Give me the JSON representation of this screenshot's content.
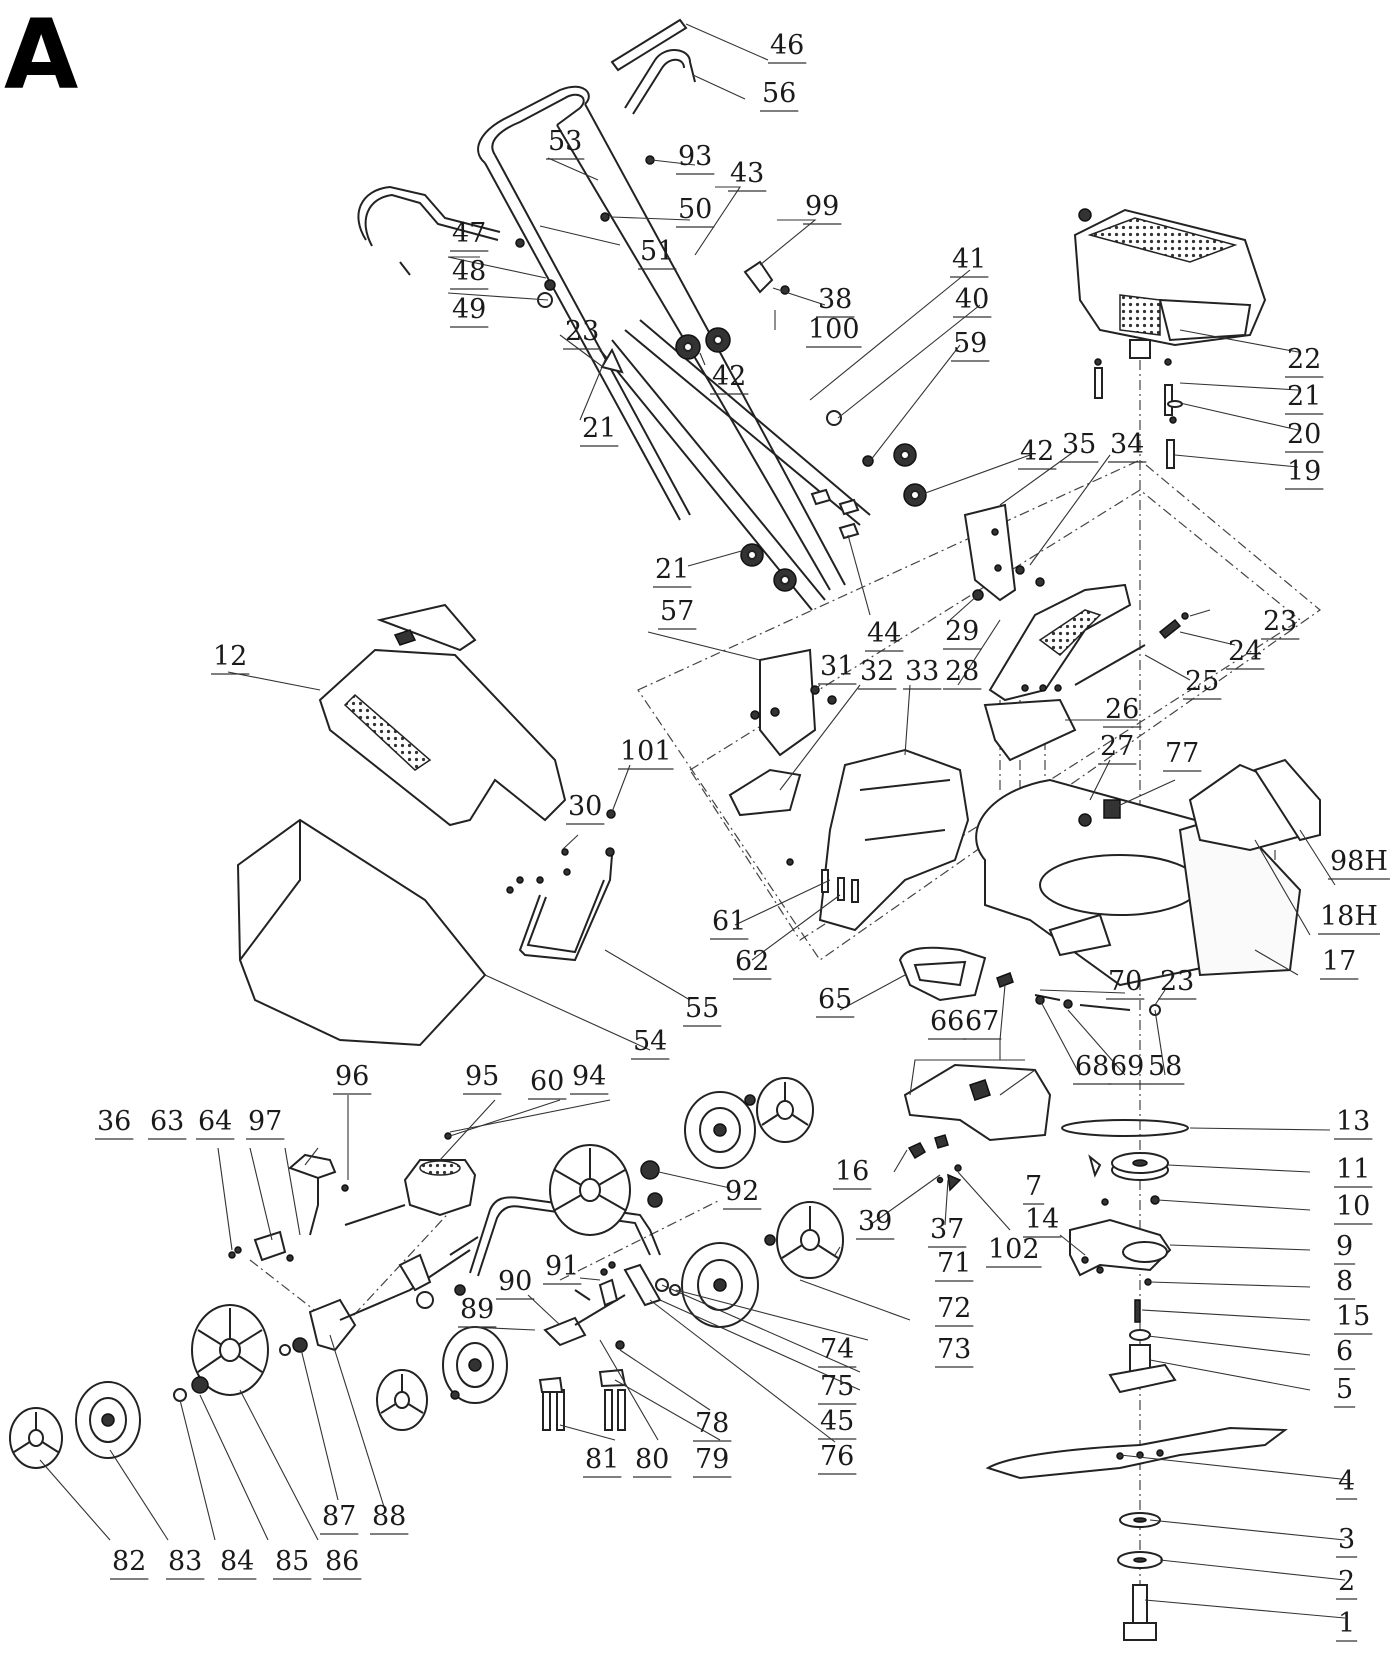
{
  "figure": {
    "title": "A",
    "callouts": [
      {
        "id": "46",
        "label": "46"
      },
      {
        "id": "56",
        "label": "56"
      },
      {
        "id": "93",
        "label": "93"
      },
      {
        "id": "53",
        "label": "53"
      },
      {
        "id": "43",
        "label": "43"
      },
      {
        "id": "50",
        "label": "50"
      },
      {
        "id": "99",
        "label": "99"
      },
      {
        "id": "47",
        "label": "47"
      },
      {
        "id": "51",
        "label": "51"
      },
      {
        "id": "48",
        "label": "48"
      },
      {
        "id": "41",
        "label": "41"
      },
      {
        "id": "38",
        "label": "38"
      },
      {
        "id": "49",
        "label": "49"
      },
      {
        "id": "40",
        "label": "40"
      },
      {
        "id": "100",
        "label": "100"
      },
      {
        "id": "23a",
        "label": "23"
      },
      {
        "id": "59",
        "label": "59"
      },
      {
        "id": "42a",
        "label": "42"
      },
      {
        "id": "22",
        "label": "22"
      },
      {
        "id": "21a",
        "label": "21"
      },
      {
        "id": "21b",
        "label": "21"
      },
      {
        "id": "20",
        "label": "20"
      },
      {
        "id": "42b",
        "label": "42"
      },
      {
        "id": "35",
        "label": "35"
      },
      {
        "id": "34",
        "label": "34"
      },
      {
        "id": "19",
        "label": "19"
      },
      {
        "id": "21c",
        "label": "21"
      },
      {
        "id": "57",
        "label": "57"
      },
      {
        "id": "44",
        "label": "44"
      },
      {
        "id": "29",
        "label": "29"
      },
      {
        "id": "23b",
        "label": "23"
      },
      {
        "id": "24",
        "label": "24"
      },
      {
        "id": "12",
        "label": "12"
      },
      {
        "id": "31",
        "label": "31"
      },
      {
        "id": "32",
        "label": "32"
      },
      {
        "id": "33",
        "label": "33"
      },
      {
        "id": "28",
        "label": "28"
      },
      {
        "id": "25",
        "label": "25"
      },
      {
        "id": "26",
        "label": "26"
      },
      {
        "id": "101",
        "label": "101"
      },
      {
        "id": "27",
        "label": "27"
      },
      {
        "id": "77",
        "label": "77"
      },
      {
        "id": "30",
        "label": "30"
      },
      {
        "id": "98H",
        "label": "98H"
      },
      {
        "id": "61",
        "label": "61"
      },
      {
        "id": "18H",
        "label": "18H"
      },
      {
        "id": "62",
        "label": "62"
      },
      {
        "id": "17",
        "label": "17"
      },
      {
        "id": "70",
        "label": "70"
      },
      {
        "id": "23c",
        "label": "23"
      },
      {
        "id": "65",
        "label": "65"
      },
      {
        "id": "55",
        "label": "55"
      },
      {
        "id": "66",
        "label": "66"
      },
      {
        "id": "67",
        "label": "67"
      },
      {
        "id": "54",
        "label": "54"
      },
      {
        "id": "68",
        "label": "68"
      },
      {
        "id": "69",
        "label": "69"
      },
      {
        "id": "58",
        "label": "58"
      },
      {
        "id": "96",
        "label": "96"
      },
      {
        "id": "95",
        "label": "95"
      },
      {
        "id": "60",
        "label": "60"
      },
      {
        "id": "94",
        "label": "94"
      },
      {
        "id": "36",
        "label": "36"
      },
      {
        "id": "63",
        "label": "63"
      },
      {
        "id": "64",
        "label": "64"
      },
      {
        "id": "97",
        "label": "97"
      },
      {
        "id": "13",
        "label": "13"
      },
      {
        "id": "16",
        "label": "16"
      },
      {
        "id": "7",
        "label": "7"
      },
      {
        "id": "11",
        "label": "11"
      },
      {
        "id": "92",
        "label": "92"
      },
      {
        "id": "39",
        "label": "39"
      },
      {
        "id": "37",
        "label": "37"
      },
      {
        "id": "10",
        "label": "10"
      },
      {
        "id": "14",
        "label": "14"
      },
      {
        "id": "71",
        "label": "71"
      },
      {
        "id": "102",
        "label": "102"
      },
      {
        "id": "9",
        "label": "9"
      },
      {
        "id": "91",
        "label": "91"
      },
      {
        "id": "8",
        "label": "8"
      },
      {
        "id": "90",
        "label": "90"
      },
      {
        "id": "72",
        "label": "72"
      },
      {
        "id": "89",
        "label": "89"
      },
      {
        "id": "15",
        "label": "15"
      },
      {
        "id": "74",
        "label": "74"
      },
      {
        "id": "73",
        "label": "73"
      },
      {
        "id": "6",
        "label": "6"
      },
      {
        "id": "75",
        "label": "75"
      },
      {
        "id": "5",
        "label": "5"
      },
      {
        "id": "45",
        "label": "45"
      },
      {
        "id": "78",
        "label": "78"
      },
      {
        "id": "81",
        "label": "81"
      },
      {
        "id": "80",
        "label": "80"
      },
      {
        "id": "79",
        "label": "79"
      },
      {
        "id": "76",
        "label": "76"
      },
      {
        "id": "4",
        "label": "4"
      },
      {
        "id": "87",
        "label": "87"
      },
      {
        "id": "88",
        "label": "88"
      },
      {
        "id": "3",
        "label": "3"
      },
      {
        "id": "82",
        "label": "82"
      },
      {
        "id": "83",
        "label": "83"
      },
      {
        "id": "84",
        "label": "84"
      },
      {
        "id": "85",
        "label": "85"
      },
      {
        "id": "86",
        "label": "86"
      },
      {
        "id": "2",
        "label": "2"
      },
      {
        "id": "1",
        "label": "1"
      }
    ]
  }
}
